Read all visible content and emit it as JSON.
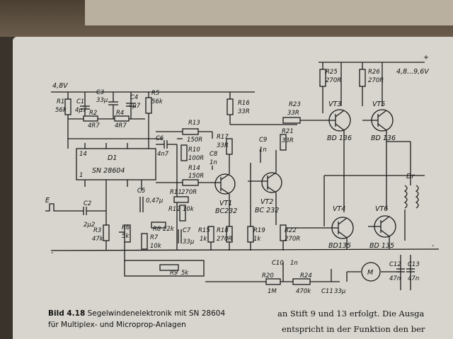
{
  "caption": {
    "figure": "Bild 4.18",
    "line1": "Segelwindenelektronik mit SN 28604",
    "line2": "für Multiplex- und Microprop-Anlagen"
  },
  "body_text": {
    "line1": "an Stift 9 und 13 erfolgt. Die Ausga",
    "line2": "entspricht in der Funktion den ber"
  },
  "labels": {
    "v48": "4,8V",
    "v48_96": "4,8...9,6V",
    "R1": "R1",
    "R1v": "56k",
    "C1": "C1",
    "C1v": "4µ7",
    "C3": "C3",
    "C3v": "33µ",
    "C4": "C4",
    "C4v": "4µ7",
    "R5": "R5",
    "R5v": "56k",
    "R2": "R2",
    "R2v": "4R7",
    "R4": "R4",
    "R4v": "4R7",
    "D1": "D1",
    "D1v": "SN 28604",
    "pin14": "14",
    "pin1": "1",
    "C6": "C6",
    "C6v": "4n7",
    "R13": "R13",
    "R13v": "150R",
    "R10": "R10",
    "R10v": "100R",
    "R14": "R14",
    "R14v": "150R",
    "R16": "R16",
    "R16v": "33R",
    "R17": "R17",
    "R17v": "33R",
    "C8": "C8",
    "C8v": "1n",
    "C9": "C9",
    "C9v": "1n",
    "R21": "R21",
    "R21v": "33R",
    "R23": "R23",
    "R23v": "33R",
    "R25": "R25",
    "R25v": "270R",
    "R26": "R26",
    "R26v": "270R",
    "VT3": "VT3",
    "VT3v": "BD 136",
    "VT5": "VT5",
    "VT5v": "BD 136",
    "VT1": "VT1",
    "VT1v": "BC232",
    "VT2": "VT2",
    "VT2v": "BC 232",
    "VT4": "VT4",
    "VT4v": "BD135",
    "VT6": "VT6",
    "VT6v": "BD 135",
    "Dr": "Dr",
    "E": "E",
    "C2": "C2",
    "C2v": "2µ2",
    "R3": "R3",
    "R3v": "47k",
    "C5": "C5",
    "C5v": "0,47µ",
    "R11": "R11",
    "R11v": "270R",
    "R12": "R12",
    "R12v": "10k",
    "R6": "R6",
    "R6v": "5k",
    "R8": "R8",
    "R8v": "22k",
    "C7": "C7",
    "C7v": "33µ",
    "R7": "R7",
    "R7v": "10k",
    "R9": "R9",
    "R9v": "5k",
    "R15": "R15",
    "R15v": "1k",
    "R18": "R18",
    "R18v": "270R",
    "R19": "R19",
    "R19v": "1k",
    "R22": "R22",
    "R22v": "270R",
    "C10": "C10",
    "C10v": "1n",
    "R20": "R20",
    "R20v": "1M",
    "R24": "R24",
    "R24v": "470k",
    "C11": "C11",
    "C11v": "33µ",
    "M": "M",
    "C12": "C12",
    "C12v": "47n",
    "C13": "C13",
    "C13v": "47n",
    "plus": "+",
    "minus": "-"
  }
}
